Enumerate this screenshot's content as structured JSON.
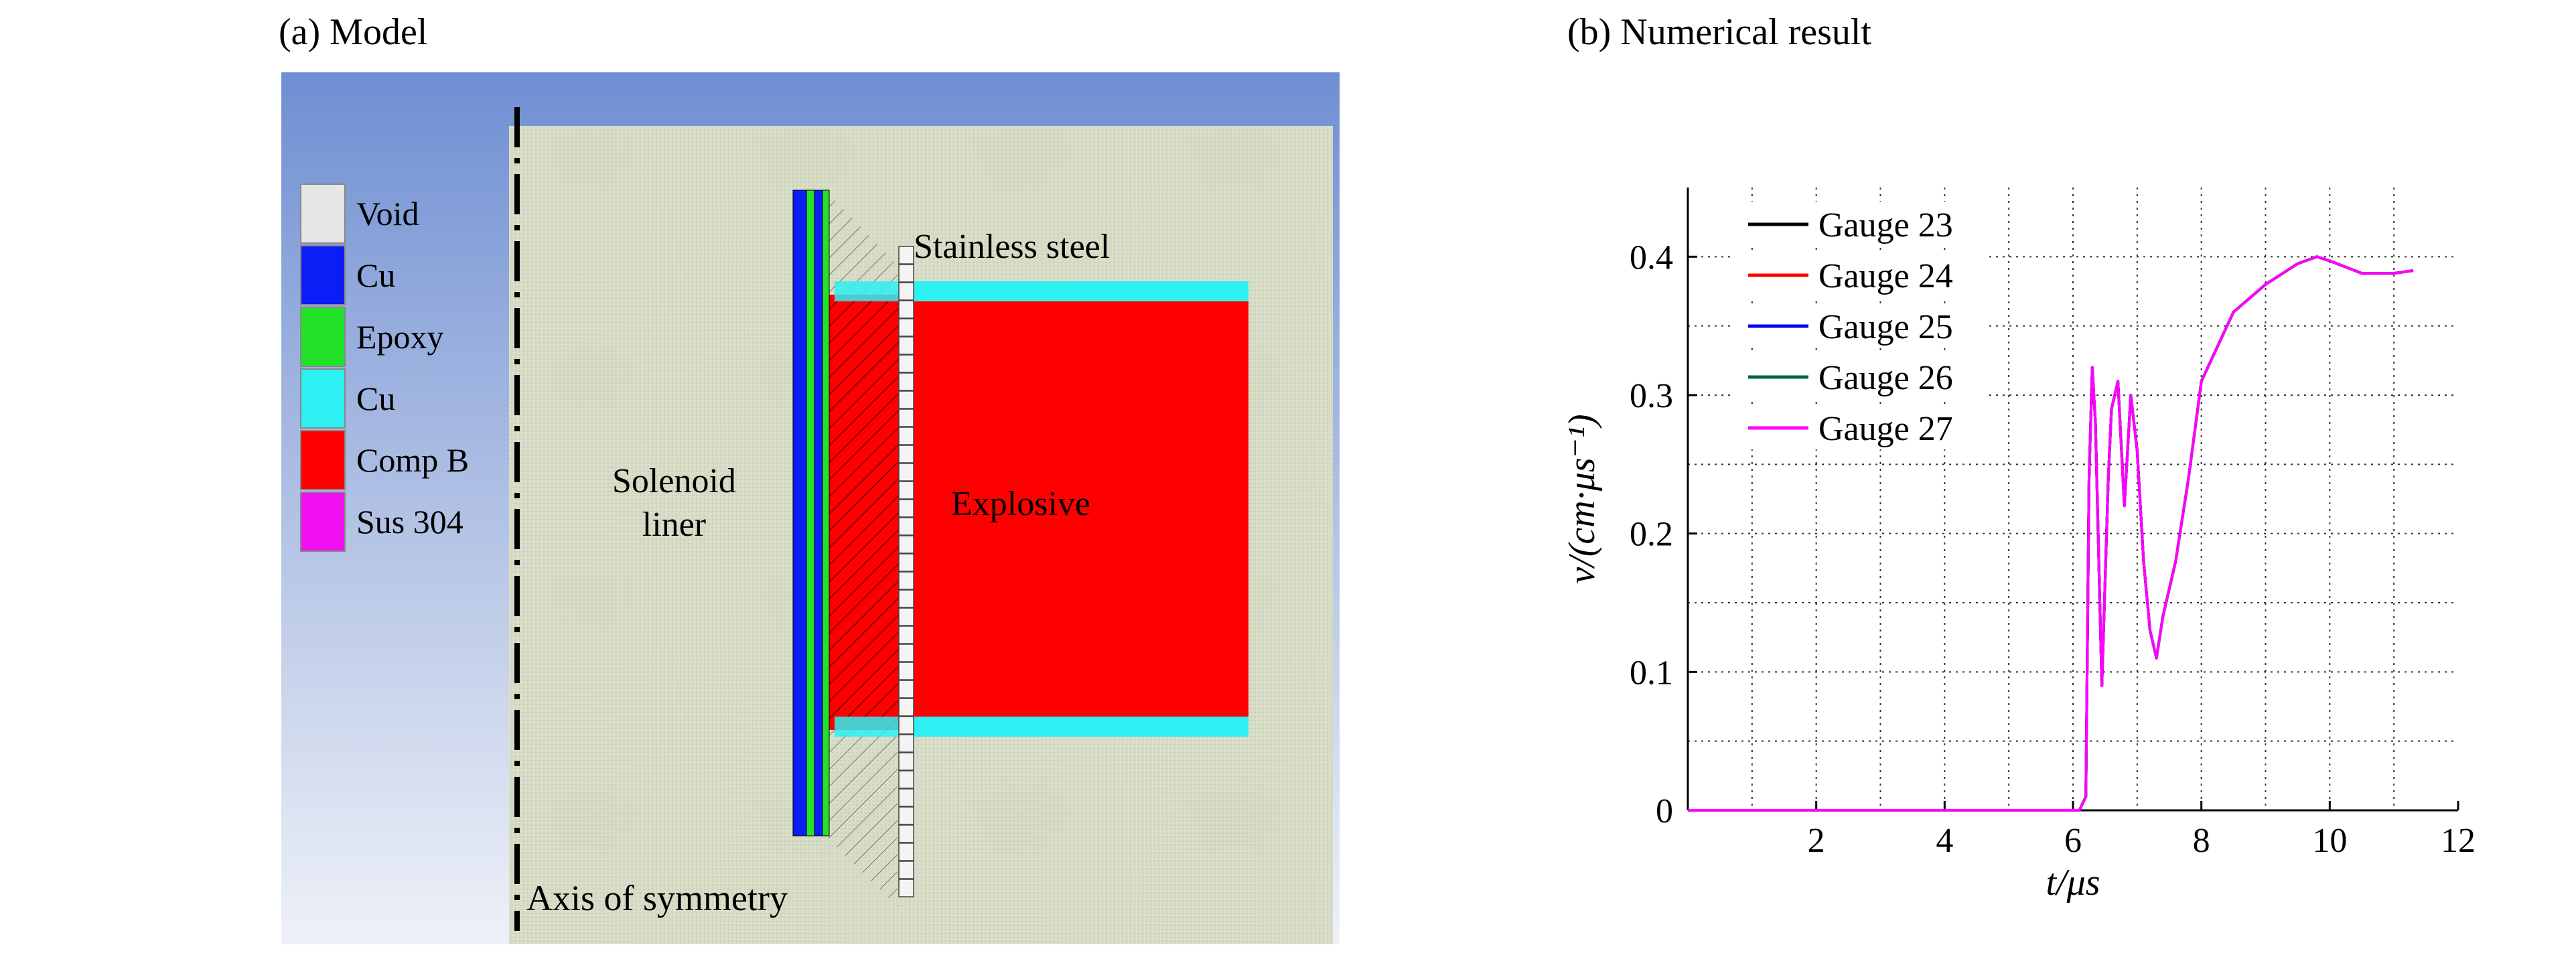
{
  "figure": {
    "panel_a_title": "(a) Model",
    "panel_b_title": "(b) Numerical result"
  },
  "model": {
    "legend": [
      {
        "label": "Void",
        "color": "#e6e6e6"
      },
      {
        "label": "Cu",
        "color": "#0a1ef5"
      },
      {
        "label": "Epoxy",
        "color": "#22e32a"
      },
      {
        "label": "Cu",
        "color": "#2ef0f2"
      },
      {
        "label": "Comp B",
        "color": "#ff0000"
      },
      {
        "label": "Sus 304",
        "color": "#f010f0"
      }
    ],
    "labels": {
      "stainless_steel": "Stainless steel",
      "explosive": "Explosive",
      "solenoid_line1": "Solenoid",
      "solenoid_line2": "liner",
      "axis": "Axis of symmetry"
    },
    "colors": {
      "background_top": "#6f8fd3",
      "domain_fill": "#d6dcc4",
      "explosive": "#ff0000",
      "casing": "#2ef0f2",
      "cu_liner": "#0a1ef5",
      "epoxy": "#22e32a"
    }
  },
  "chart_data": {
    "type": "line",
    "title": "",
    "xlabel": "t/μs",
    "ylabel": "v/(cm·μs⁻¹)",
    "xlim": [
      0,
      12
    ],
    "ylim": [
      0,
      0.45
    ],
    "xticks": [
      2,
      4,
      6,
      8,
      10,
      12
    ],
    "yticks": [
      0,
      0.1,
      0.2,
      0.3,
      0.4
    ],
    "ytick_labels": [
      "0",
      "0.1",
      "0.2",
      "0.3",
      "0.4"
    ],
    "grid": true,
    "legend_position": "top-left",
    "series": [
      {
        "name": "Gauge 23",
        "color": "#000000",
        "x": [
          0,
          6.1,
          6.2,
          6.25,
          6.3,
          6.35,
          6.45,
          6.55,
          6.6,
          6.7,
          6.8,
          6.9,
          7.0,
          7.1,
          7.2,
          7.3,
          7.4,
          7.6,
          7.8,
          8.0,
          8.5,
          9.0,
          9.5,
          9.8,
          10.0,
          10.5,
          11.0,
          11.3
        ],
        "y": [
          0,
          0,
          0.01,
          0.24,
          0.32,
          0.28,
          0.09,
          0.24,
          0.29,
          0.31,
          0.22,
          0.3,
          0.26,
          0.18,
          0.13,
          0.11,
          0.14,
          0.18,
          0.24,
          0.31,
          0.36,
          0.38,
          0.395,
          0.4,
          0.397,
          0.388,
          0.388,
          0.39
        ]
      },
      {
        "name": "Gauge 24",
        "color": "#ff0000",
        "x": [
          0,
          6.1,
          6.2,
          6.25,
          6.3,
          6.35,
          6.45,
          6.55,
          6.6,
          6.7,
          6.8,
          6.9,
          7.0,
          7.1,
          7.2,
          7.3,
          7.4,
          7.6,
          7.8,
          8.0,
          8.5,
          9.0,
          9.5,
          9.8,
          10.0,
          10.5,
          11.0,
          11.3
        ],
        "y": [
          0,
          0,
          0.01,
          0.24,
          0.32,
          0.28,
          0.09,
          0.24,
          0.29,
          0.31,
          0.22,
          0.3,
          0.26,
          0.18,
          0.13,
          0.11,
          0.14,
          0.18,
          0.24,
          0.31,
          0.36,
          0.38,
          0.395,
          0.4,
          0.397,
          0.388,
          0.388,
          0.39
        ]
      },
      {
        "name": "Gauge 25",
        "color": "#0000ff",
        "x": [
          0,
          6.1,
          6.2,
          6.25,
          6.3,
          6.35,
          6.45,
          6.55,
          6.6,
          6.7,
          6.8,
          6.9,
          7.0,
          7.1,
          7.2,
          7.3,
          7.4,
          7.6,
          7.8,
          8.0,
          8.5,
          9.0,
          9.5,
          9.8,
          10.0,
          10.5,
          11.0,
          11.3
        ],
        "y": [
          0,
          0,
          0.01,
          0.24,
          0.32,
          0.28,
          0.09,
          0.24,
          0.29,
          0.31,
          0.22,
          0.3,
          0.26,
          0.18,
          0.13,
          0.11,
          0.14,
          0.18,
          0.24,
          0.31,
          0.36,
          0.38,
          0.395,
          0.4,
          0.397,
          0.388,
          0.388,
          0.39
        ]
      },
      {
        "name": "Gauge 26",
        "color": "#006644",
        "x": [
          0,
          6.1,
          6.2,
          6.25,
          6.3,
          6.35,
          6.45,
          6.55,
          6.6,
          6.7,
          6.8,
          6.9,
          7.0,
          7.1,
          7.2,
          7.3,
          7.4,
          7.6,
          7.8,
          8.0,
          8.5,
          9.0,
          9.5,
          9.8,
          10.0,
          10.5,
          11.0,
          11.3
        ],
        "y": [
          0,
          0,
          0.01,
          0.24,
          0.32,
          0.28,
          0.09,
          0.24,
          0.29,
          0.31,
          0.22,
          0.3,
          0.26,
          0.18,
          0.13,
          0.11,
          0.14,
          0.18,
          0.24,
          0.31,
          0.36,
          0.38,
          0.395,
          0.4,
          0.397,
          0.388,
          0.388,
          0.39
        ]
      },
      {
        "name": "Gauge 27",
        "color": "#ff00ff",
        "x": [
          0,
          6.1,
          6.2,
          6.25,
          6.3,
          6.35,
          6.45,
          6.55,
          6.6,
          6.7,
          6.8,
          6.9,
          7.0,
          7.1,
          7.2,
          7.3,
          7.4,
          7.6,
          7.8,
          8.0,
          8.5,
          9.0,
          9.5,
          9.8,
          10.0,
          10.5,
          11.0,
          11.3
        ],
        "y": [
          0,
          0,
          0.01,
          0.24,
          0.32,
          0.28,
          0.09,
          0.24,
          0.29,
          0.31,
          0.22,
          0.3,
          0.26,
          0.18,
          0.13,
          0.11,
          0.14,
          0.18,
          0.24,
          0.31,
          0.36,
          0.38,
          0.395,
          0.4,
          0.397,
          0.388,
          0.388,
          0.39
        ]
      }
    ]
  }
}
